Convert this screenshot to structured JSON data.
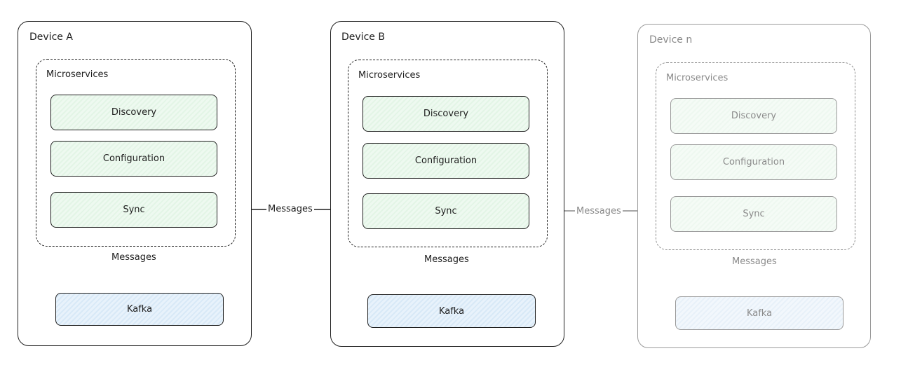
{
  "devices": [
    {
      "title": "Device A",
      "microservices_label": "Microservices",
      "services": [
        "Discovery",
        "Configuration",
        "Sync"
      ],
      "broker": "Kafka",
      "vertical_label": "Messages"
    },
    {
      "title": "Device B",
      "microservices_label": "Microservices",
      "services": [
        "Discovery",
        "Configuration",
        "Sync"
      ],
      "broker": "Kafka",
      "vertical_label": "Messages"
    },
    {
      "title": "Device n",
      "microservices_label": "Microservices",
      "services": [
        "Discovery",
        "Configuration",
        "Sync"
      ],
      "broker": "Kafka",
      "vertical_label": "Messages"
    }
  ],
  "links": {
    "a_to_b": "Messages",
    "b_to_n": "Messages"
  }
}
